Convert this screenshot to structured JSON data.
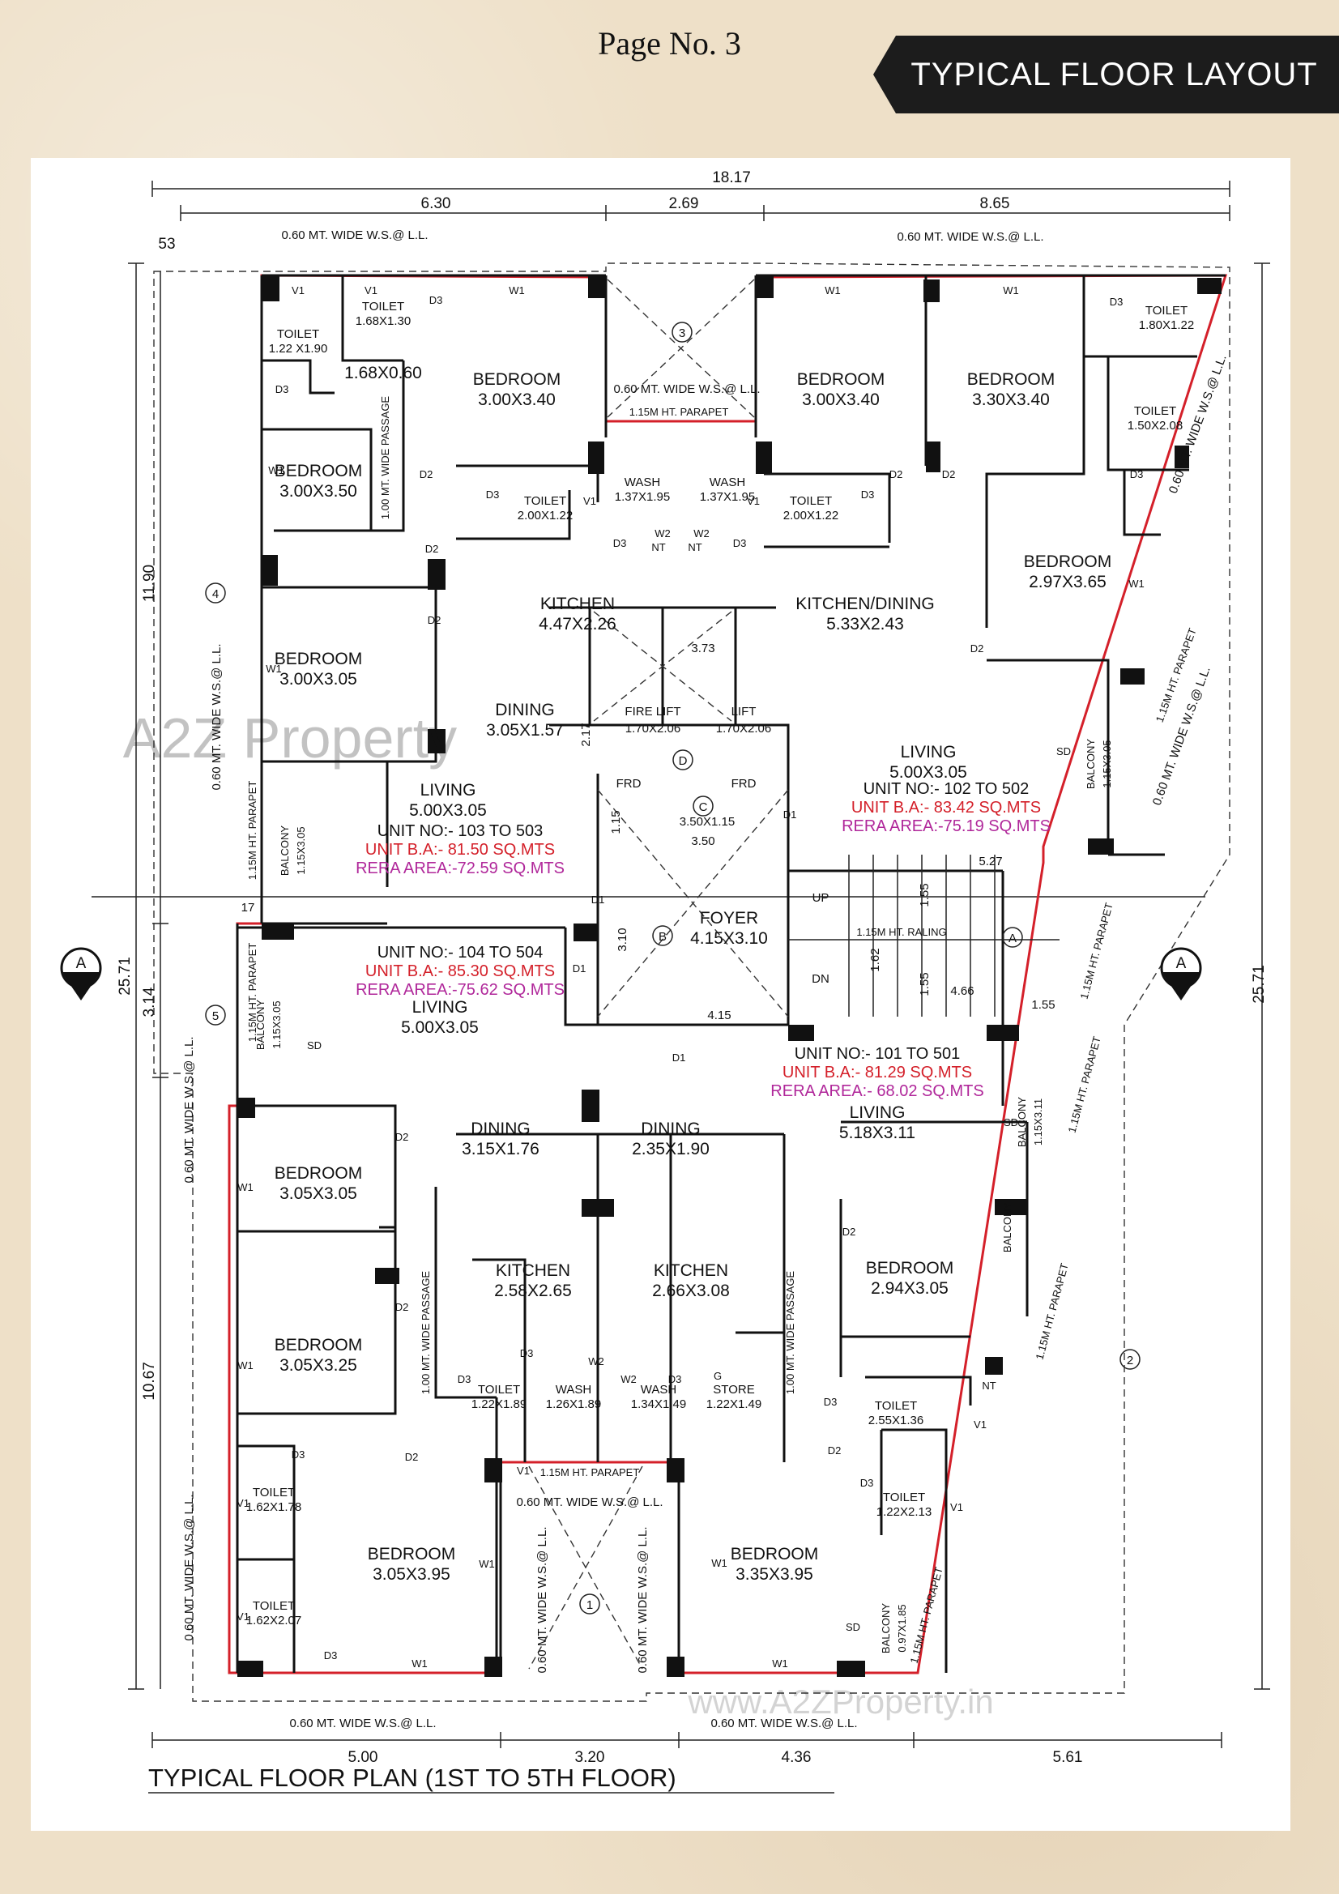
{
  "header": {
    "page_no": "Page No. 3",
    "banner": "TYPICAL  FLOOR LAYOUT"
  },
  "plan_title": "TYPICAL FLOOR PLAN (1ST TO 5TH FLOOR)",
  "watermarks": {
    "logo": "A2Z Property",
    "url": "www.A2ZProperty.in"
  },
  "colors": {
    "wall": "#111111",
    "boundary": "#d4202a",
    "unit_ba": "#d4202a",
    "rera": "#b0279a",
    "banner_bg": "#1c1c1c"
  },
  "dims": {
    "top_total": "18.17",
    "top_left": "6.30",
    "top_mid": "2.69",
    "top_right": "8.65",
    "top_corner": "53",
    "bottom_a": "5.00",
    "bottom_b": "3.20",
    "bottom_c": "4.36",
    "bottom_d": "5.61",
    "left_total": "25.71",
    "right_total": "25.71",
    "left_upper": "11.90",
    "left_mid": "3.14",
    "left_lower": "10.67",
    "lobby_w": "3.73",
    "lift_h": "2.17",
    "lobby_115": "1.15",
    "lobby_350": "3.50",
    "stair_527": "5.27",
    "stair_155a": "1.55",
    "stair_162": "1.62",
    "stair_155b": "1.55",
    "stair_466": "4.66",
    "stair_155c": "1.55",
    "foyer_310": "3.10",
    "foyer_415": "4.15",
    "left_017": "17"
  },
  "notes": {
    "ws_top_left": "0.60 MT. WIDE W.S.@ L.L.",
    "ws_top_right": "0.60 MT. WIDE W.S.@ L.L.",
    "ws_bottom_left": "0.60 MT. WIDE W.S.@ L.L.",
    "ws_bottom_mid": "0.60 MT. WIDE W.S.@ L.L.",
    "ws_shaft_top": "0.60 MT. WIDE W.S.@ L.L.",
    "ws_shaft_bottom": "0.60 MT. WIDE W.S.@ L.L.",
    "ws_left_upper": "0.60 MT. WIDE W.S.@ L.L.",
    "ws_left_mid": "0.60 MT. WIDE W.S.@ L.L.",
    "ws_left_lower": "0.60 MT. WIDE W.S.@ L.L.",
    "ws_right_upper": "0.60 MT. WIDE W.S.@ L.L.",
    "ws_right_mid": "0.60 MT. WIDE W.S.@ L.L.",
    "ws_shaft_v1": "0.60 MT. WIDE W.S.@ L.L.",
    "ws_shaft_v2": "0.60 MT. WIDE W.S.@ L.L.",
    "parapet_shaft_top": "1.15M HT. PARAPET",
    "parapet_shaft_bottom": "1.15M HT. PARAPET",
    "parapet_left": "1.15M HT. PARAPET",
    "parapet_left2": "1.15M HT. PARAPET",
    "parapet_right1": "1.15M HT. PARAPET",
    "parapet_right2": "1.15M HT. PARAPET",
    "parapet_right3": "1.15M HT. PARAPET",
    "parapet_right4": "1.15M HT. PARAPET",
    "parapet_right5": "1.15M HT. PARAPET",
    "railing": "1.15M HT. RALING",
    "passage_top": "1.00 MT. WIDE PASSAGE",
    "passage_left": "1.00 MT. WIDE PASSAGE",
    "passage_right": "1.00 MT. WIDE PASSAGE",
    "up": "UP",
    "dn": "DN",
    "frd1": "FRD",
    "frd2": "FRD",
    "section_a_left": "A",
    "section_a_right": "A",
    "grid_a": "A",
    "grid_b": "B",
    "grid_c": "C",
    "grid_d": "D",
    "shaft_1": "1",
    "shaft_2": "2",
    "shaft_3": "3",
    "shaft_4": "4",
    "shaft_5": "5"
  },
  "units": [
    {
      "no": "UNIT NO:-  103 TO 503",
      "ba": "UNIT B.A:-  81.50 SQ.MTS",
      "rera": "RERA AREA:-72.59 SQ.MTS"
    },
    {
      "no": "UNIT NO:-  102 TO 502",
      "ba": "UNIT B.A:-  83.42 SQ.MTS",
      "rera": "RERA AREA:-75.19 SQ.MTS"
    },
    {
      "no": "UNIT NO:-  104 TO 504",
      "ba": "UNIT B.A:-  85.30 SQ.MTS",
      "rera": "RERA AREA:-75.62 SQ.MTS"
    },
    {
      "no": "UNIT NO:-  101 TO 501",
      "ba": "UNIT B.A:-  81.29 SQ.MTS",
      "rera": "RERA AREA:- 68.02 SQ.MTS"
    }
  ],
  "rooms": {
    "tl_toilet_a": [
      "TOILET",
      "1.22 X1.90"
    ],
    "tl_toilet_b": [
      "TOILET",
      "1.68X1.30"
    ],
    "tl_168": "1.68X0.60",
    "tl_bed1": [
      "BEDROOM",
      "3.00X3.40"
    ],
    "tl_bed2": [
      "BEDROOM",
      "3.00X3.50"
    ],
    "tl_bed3": [
      "BEDROOM",
      "3.00X3.05"
    ],
    "tl_wash": [
      "WASH",
      "1.37X1.95"
    ],
    "tl_toilet_c": [
      "TOILET",
      "2.00X1.22"
    ],
    "tl_kitchen": [
      "KITCHEN",
      "4.47X2.26"
    ],
    "tl_dining": [
      "DINING",
      "3.05X1.57"
    ],
    "tl_living": [
      "LIVING",
      "5.00X3.05"
    ],
    "tl_balcony": [
      "BALCONY",
      "1.15X3.05"
    ],
    "tr_bed1": [
      "BEDROOM",
      "3.00X3.40"
    ],
    "tr_bed2": [
      "BEDROOM",
      "3.30X3.40"
    ],
    "tr_toilet_a": [
      "TOILET",
      "1.80X1.22"
    ],
    "tr_toilet_b": [
      "TOILET",
      "1.50X2.08"
    ],
    "tr_wash": [
      "WASH",
      "1.37X1.95"
    ],
    "tr_toilet_c": [
      "TOILET",
      "2.00X1.22"
    ],
    "tr_bed3": [
      "BEDROOM",
      "2.97X3.65"
    ],
    "tr_kitchen": [
      "KITCHEN/DINING",
      "5.33X2.43"
    ],
    "tr_living": [
      "LIVING",
      "5.00X3.05"
    ],
    "tr_balcony": [
      "BALCONY",
      "1.15X3.05"
    ],
    "fire_lift": [
      "FIRE LIFT",
      "1.70X2.06"
    ],
    "lift": [
      "LIFT",
      "1.70X2.06"
    ],
    "lobby": "3.50X1.15",
    "foyer": [
      "FOYER",
      "4.15X3.10"
    ],
    "bl_living": [
      "LIVING",
      "5.00X3.05"
    ],
    "bl_balcony": [
      "BALCONY",
      "1.15X3.05"
    ],
    "bl_dining": [
      "DINING",
      "3.15X1.76"
    ],
    "bl_bed1": [
      "BEDROOM",
      "3.05X3.05"
    ],
    "bl_bed2": [
      "BEDROOM",
      "3.05X3.25"
    ],
    "bl_kitchen": [
      "KITCHEN",
      "2.58X2.65"
    ],
    "bl_toilet_a": [
      "TOILET",
      "1.22X1.89"
    ],
    "bl_wash": [
      "WASH",
      "1.26X1.89"
    ],
    "bl_toilet_b": [
      "TOILET",
      "1.62X1.78"
    ],
    "bl_toilet_c": [
      "TOILET",
      "1.62X2.07"
    ],
    "bl_bed3": [
      "BEDROOM",
      "3.05X3.95"
    ],
    "br_dining": [
      "DINING",
      "2.35X1.90"
    ],
    "br_living": [
      "LIVING",
      "5.18X3.11"
    ],
    "br_balcony": [
      "BALCONY",
      "1.15X3.11"
    ],
    "br_kitchen": [
      "KITCHEN",
      "2.66X3.08"
    ],
    "br_wash": [
      "WASH",
      "1.34X1.49"
    ],
    "br_store": [
      "STORE",
      "1.22X1.49"
    ],
    "br_bed1": [
      "BEDROOM",
      "2.94X3.05"
    ],
    "br_balcony2": "BALCONY",
    "br_toilet_a": [
      "TOILET",
      "2.55X1.36"
    ],
    "br_toilet_b": [
      "TOILET",
      "1.22X2.13"
    ],
    "br_bed2": [
      "BEDROOM",
      "3.35X3.95"
    ],
    "br_balcony3": [
      "BALCONY",
      "0.97X1.85"
    ]
  },
  "tags": {
    "v1": "V1",
    "w1": "W1",
    "d1": "D1",
    "d2": "D2",
    "d3": "D3",
    "w2": "W2",
    "nt": "NT",
    "sd": "SD",
    "g": "G"
  }
}
